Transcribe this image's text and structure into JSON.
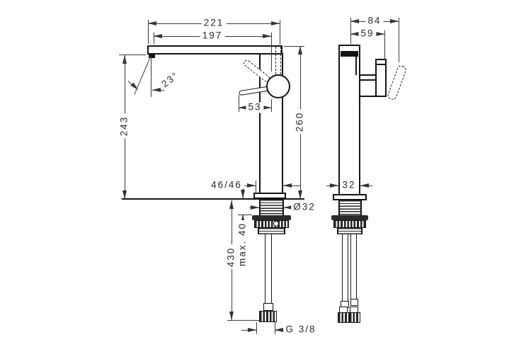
{
  "front_view": {
    "reach_total": "221",
    "reach": "197",
    "stream_angle": "23°",
    "spout_height": "243",
    "lever_length": "53",
    "total_height": "260",
    "base_size": "46/46",
    "shank_diameter": "Ø32",
    "max_mounting_thickness": "max. 40",
    "hose_length": "430",
    "connection_thread": "G 3/8"
  },
  "side_view": {
    "depth_total": "84",
    "depth_to_lever": "59",
    "body_width": "32"
  },
  "colors": {
    "outline": "#141414",
    "dimension": "#3a3a3a",
    "background": "#ffffff"
  }
}
